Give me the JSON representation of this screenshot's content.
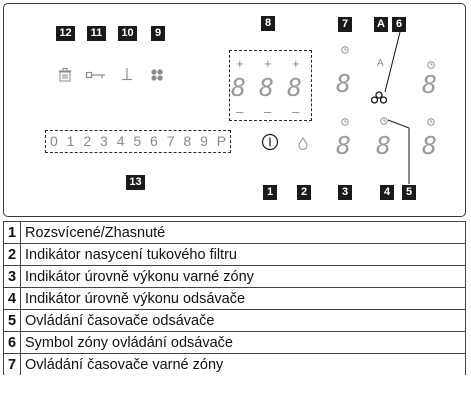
{
  "panel": {
    "callouts": {
      "c12": "12",
      "c11": "11",
      "c10": "10",
      "c9": "9",
      "c8": "8",
      "c7": "7",
      "cA": "A",
      "c6": "6",
      "c13": "13",
      "c1": "1",
      "c2": "2",
      "c3": "3",
      "c4": "4",
      "c5": "5"
    },
    "display_digit": "8",
    "plus_sign": "+",
    "minus_sign": "–",
    "a_label": "A",
    "scale_text": "0 1 2 3 4 5 6 7 8 9 P",
    "icons": [
      "trash-icon",
      "key-icon",
      "lock-icon",
      "flower-icon",
      "power-icon",
      "drop-icon",
      "fan-icon",
      "timer-icon"
    ]
  },
  "legend": [
    {
      "num": "1",
      "text": "Rozsvícené/Zhasnuté"
    },
    {
      "num": "2",
      "text": "Indikátor nasycení tukového filtru"
    },
    {
      "num": "3",
      "text": "Indikátor úrovně výkonu varné zóny"
    },
    {
      "num": "4",
      "text": "Indikátor úrovně výkonu odsávače"
    },
    {
      "num": "5",
      "text": "Ovládání časovače odsávače"
    },
    {
      "num": "6",
      "text": "Symbol zóny ovládání odsávače"
    },
    {
      "num": "7",
      "text": "Ovládání časovače varné zóny"
    }
  ]
}
